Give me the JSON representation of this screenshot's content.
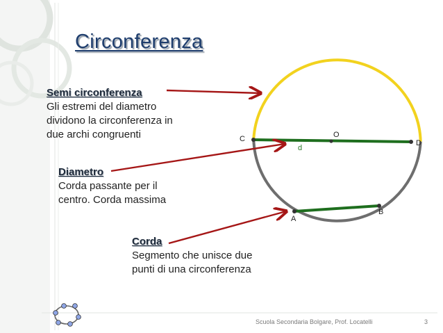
{
  "slide": {
    "title": "Circonferenza",
    "blocks": {
      "semi": {
        "heading": "Semi circonferenza",
        "lines": [
          "Gli estremi del diametro",
          "dividono la circonferenza in",
          "due archi congruenti"
        ]
      },
      "diametro": {
        "heading": "Diametro",
        "lines": [
          "Corda passante per il",
          "centro. Corda massima"
        ]
      },
      "corda": {
        "heading": "Corda",
        "lines": [
          "Segmento che unisce due",
          "punti di una circonferenza"
        ]
      }
    },
    "labels": {
      "C": "C",
      "O": "O",
      "D": "D",
      "d": "d",
      "A": "A",
      "B": "B"
    },
    "footer": "Scuola Secondaria Bolgare, Prof. Locatelli",
    "page_number": "3"
  },
  "colors": {
    "title": "#1f3e6e",
    "arrow": "#a51616",
    "upper_arc": "#f2d21e",
    "lower_arc": "#6e6e6e",
    "segments": "#1e6e1e"
  }
}
